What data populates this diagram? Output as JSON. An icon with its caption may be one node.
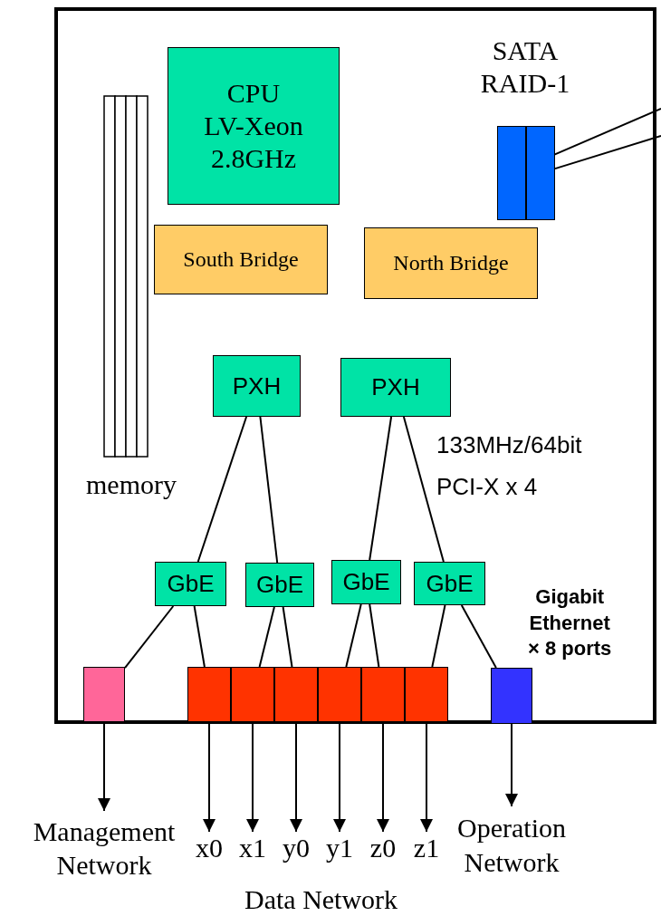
{
  "diagram": {
    "nodes": [
      {
        "text": [],
        "shape": "box"
      },
      {
        "text": [
          "CPU LV-Xeon 2.8GHz"
        ],
        "in": 0
      },
      {
        "text": [
          "South Bridge"
        ],
        "in": 0
      },
      {
        "text": [
          "North Bridge"
        ],
        "in": 0
      },
      {
        "text": [
          "SATA RAID-1"
        ],
        "in": 0
      },
      {
        "text": [],
        "shape": "box",
        "in": 4
      },
      {
        "text": [],
        "shape": "box",
        "in": 4
      },
      {
        "text": [
          "memory"
        ],
        "in": 0
      },
      {
        "text": [
          "PXH"
        ],
        "in": 0
      },
      {
        "text": [
          "PXH"
        ],
        "in": 0
      },
      {
        "text": [
          "GbE"
        ],
        "in": 0
      },
      {
        "text": [
          "GbE"
        ],
        "in": 0
      },
      {
        "text": [
          "GbE"
        ],
        "in": 0
      },
      {
        "text": [
          "GbE"
        ],
        "in": 0
      },
      {
        "text": [],
        "shape": "box",
        "in": 0
      },
      {
        "text": [],
        "shape": "box",
        "in": 0
      },
      {
        "text": [],
        "shape": "box",
        "in": 0
      },
      {
        "text": [],
        "shape": "box",
        "in": 0
      },
      {
        "text": [],
        "shape": "box",
        "in": 0
      },
      {
        "text": [],
        "shape": "box",
        "in": 0
      },
      {
        "text": [],
        "shape": "box",
        "in": 0
      },
      {
        "text": [],
        "shape": "box",
        "in": 0
      },
      {
        "text": [
          "Management Network"
        ]
      },
      {
        "text": [
          "x0"
        ]
      },
      {
        "text": [
          "x1"
        ]
      },
      {
        "text": [
          "y0"
        ]
      },
      {
        "text": [
          "y1"
        ]
      },
      {
        "text": [
          "z0"
        ]
      },
      {
        "text": [
          "z1"
        ]
      },
      {
        "text": [
          "Operation Network"
        ]
      }
    ],
    "edges": [
      {
        "from": null,
        "to": 5,
        "arrow": "none"
      },
      {
        "from": null,
        "to": 6,
        "arrow": "none"
      },
      {
        "from": 8,
        "to": 10,
        "arrow": "none"
      },
      {
        "from": 8,
        "to": 11,
        "arrow": "none"
      },
      {
        "from": 9,
        "to": 12,
        "arrow": "none"
      },
      {
        "from": 9,
        "to": 13,
        "arrow": "none"
      },
      {
        "from": 10,
        "to": 14,
        "arrow": "none"
      },
      {
        "from": 10,
        "to": 15,
        "arrow": "none"
      },
      {
        "from": 11,
        "to": 16,
        "arrow": "none"
      },
      {
        "from": 11,
        "to": 17,
        "arrow": "none"
      },
      {
        "from": 12,
        "to": 18,
        "arrow": "none"
      },
      {
        "from": 12,
        "to": 19,
        "arrow": "none"
      },
      {
        "from": 13,
        "to": 20,
        "arrow": "none"
      },
      {
        "from": 13,
        "to": 21,
        "arrow": "none"
      },
      {
        "from": 14,
        "to": 22,
        "arrow": "to"
      },
      {
        "from": 15,
        "to": 23,
        "arrow": "to"
      },
      {
        "from": 16,
        "to": 24,
        "arrow": "to"
      },
      {
        "from": 17,
        "to": 25,
        "arrow": "to"
      },
      {
        "from": 18,
        "to": 26,
        "arrow": "to"
      },
      {
        "from": 19,
        "to": 27,
        "arrow": "to"
      },
      {
        "from": 20,
        "to": 28,
        "arrow": "to"
      },
      {
        "from": 21,
        "to": 29,
        "arrow": "to"
      }
    ],
    "labels": [
      "133MHz/64bit",
      "PCI-X x 4",
      "Gigabit Ethernet × 8 ports",
      "Data Network"
    ]
  }
}
